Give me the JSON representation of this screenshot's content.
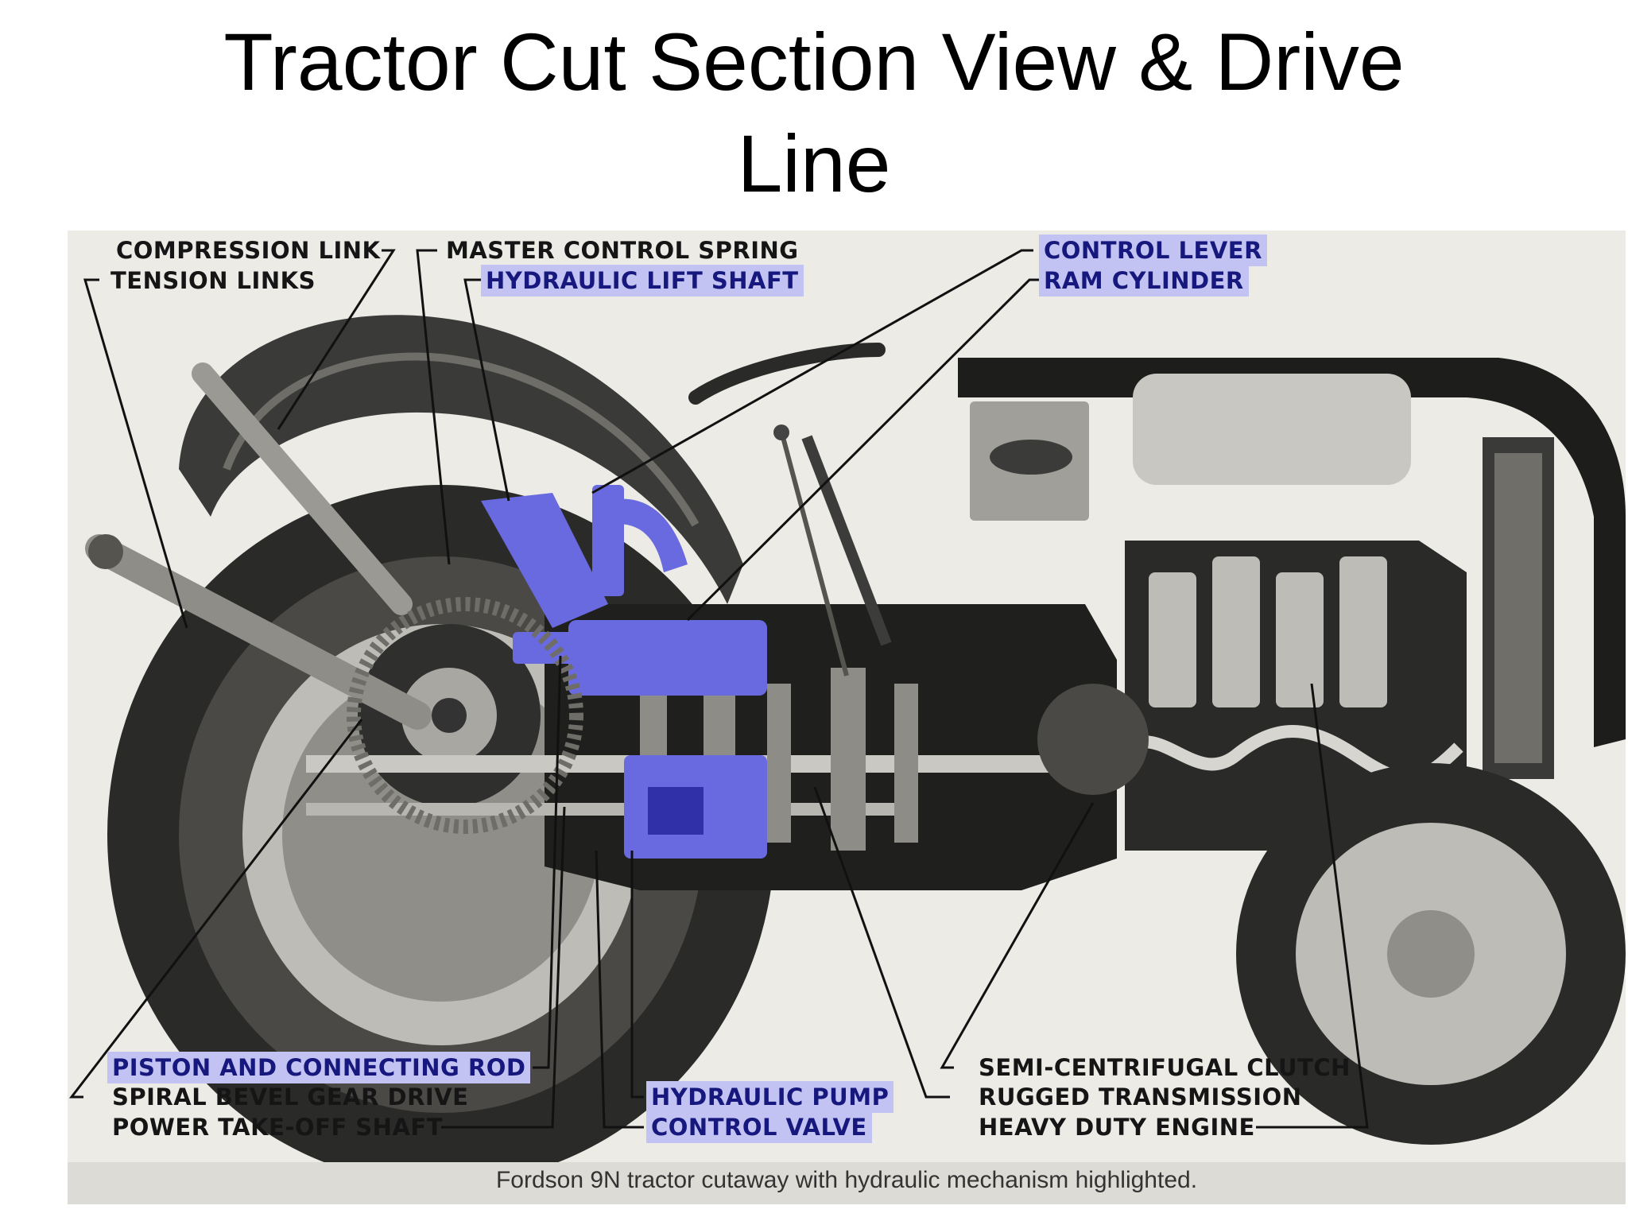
{
  "title": {
    "line1": "Tractor Cut Section View & Drive",
    "line2": "Line"
  },
  "colors": {
    "highlight_fill": "#c2c3f2",
    "highlight_text": "#17187e",
    "hydraulic_parts": "#6a6ae0",
    "photo_background": "#ecebe6",
    "caption_bar": "#dcdbd6"
  },
  "labels": {
    "compression_link": "COMPRESSION LINK",
    "tension_links": "TENSION LINKS",
    "master_control_spring": "MASTER CONTROL SPRING",
    "hydraulic_lift_shaft": "HYDRAULIC LIFT SHAFT",
    "control_lever": "CONTROL LEVER",
    "ram_cylinder": "RAM CYLINDER",
    "piston_and_connecting_rod": "PISTON AND CONNECTING ROD",
    "spiral_bevel_gear_drive": "SPIRAL BEVEL GEAR DRIVE",
    "power_take_off_shaft": "POWER TAKE-OFF SHAFT",
    "hydraulic_pump": "HYDRAULIC PUMP",
    "control_valve": "CONTROL VALVE",
    "semi_centrifugal_clutch": "SEMI-CENTRIFUGAL CLUTCH",
    "rugged_transmission": "RUGGED TRANSMISSION",
    "heavy_duty_engine": "HEAVY DUTY ENGINE"
  },
  "caption": "Fordson 9N tractor cutaway with hydraulic mechanism highlighted."
}
